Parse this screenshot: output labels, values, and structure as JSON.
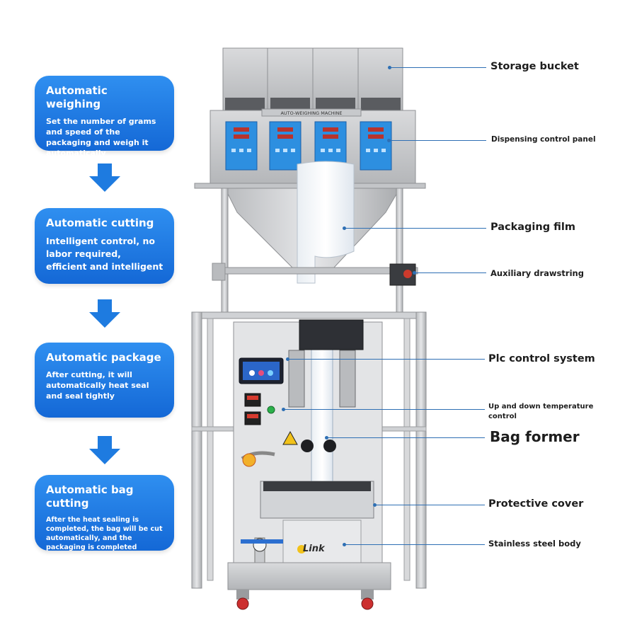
{
  "steps": [
    {
      "title": "Automatic weighing",
      "body": "Set the number of grams and speed of the packaging and weigh it automatically"
    },
    {
      "title": "Automatic cutting",
      "body": "Intelligent control, no labor required, efficient and intelligent"
    },
    {
      "title": "Automatic package",
      "body": "After cutting, it will automatically heat seal and seal tightly"
    },
    {
      "title": "Automatic bag cutting",
      "body": "After the heat sealing is completed, the bag will be cut automatically, and the packaging is completed"
    }
  ],
  "callouts": {
    "storage_bucket": "Storage bucket",
    "dispensing_panel": "Dispensing control panel",
    "packaging_film": "Packaging film",
    "auxiliary_drawstring": "Auxiliary drawstring",
    "plc_control": "Plc control system",
    "temperature_control": "Up and down temperature control",
    "bag_former": "Bag former",
    "protective_cover": "Protective cover",
    "stainless_body": "Stainless steel body"
  },
  "machine": {
    "hopper_plate": "AUTO-WEIGHING MACHINE",
    "logo": "Link"
  },
  "colors": {
    "card_top": "#2f8ff0",
    "card_bottom": "#1468d6",
    "arrow": "#1e7be0",
    "leader": "#2e6fb4",
    "panel_blue": "#2d8fe0"
  },
  "icons": [
    "down-arrow-icon",
    "pressure-gauge-icon",
    "caster-wheel-icon",
    "warning-triangle-icon"
  ]
}
